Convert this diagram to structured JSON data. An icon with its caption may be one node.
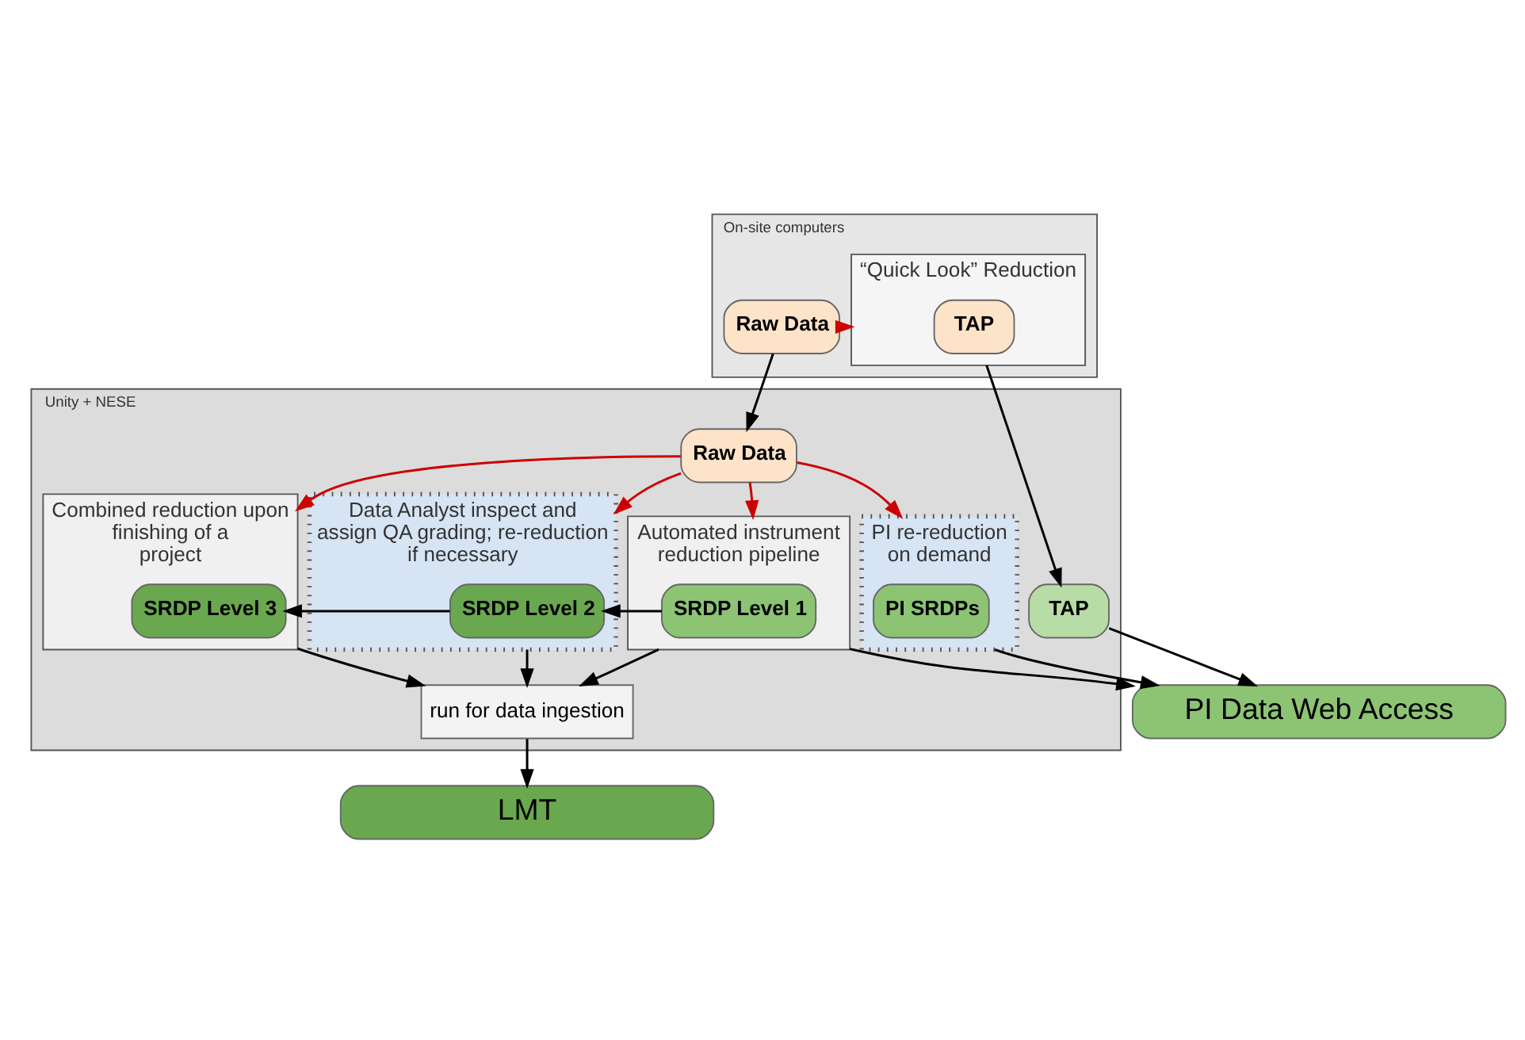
{
  "diagram": {
    "nodes": [
      {
        "text": [
          "On-site computers"
        ]
      },
      {
        "text": [
          "“Quick Look” Reduction"
        ],
        "in": 0
      },
      {
        "text": [
          "TAP"
        ],
        "in": 1
      },
      {
        "text": [
          "Raw Data"
        ],
        "in": 0
      },
      {
        "text": [
          "Unity + NESE"
        ]
      },
      {
        "text": [
          "Raw Data"
        ],
        "in": 4
      },
      {
        "text": [
          "TAP"
        ],
        "in": 4
      },
      {
        "text": [
          "PI re-reduction on demand"
        ],
        "in": 4
      },
      {
        "text": [
          "PI SRDPs"
        ],
        "in": 7
      },
      {
        "text": [
          "Automated instrument reduction pipeline"
        ],
        "in": 4
      },
      {
        "text": [
          "SRDP Level 1"
        ],
        "in": 9
      },
      {
        "text": [
          "Data Analyst inspect and assign QA grading; re-reduction if necessary"
        ],
        "in": 4
      },
      {
        "text": [
          "SRDP Level 2"
        ],
        "in": 11
      },
      {
        "text": [
          "Combined reduction upon finishing of a project"
        ],
        "in": 4
      },
      {
        "text": [
          "SRDP Level 3"
        ],
        "in": 13
      },
      {
        "text": [
          "run for data ingestion"
        ],
        "in": 4
      },
      {
        "text": [
          "PI Data Web Access"
        ]
      },
      {
        "text": [
          "LMT"
        ]
      }
    ],
    "edges": [
      {
        "from": 3,
        "to": 1,
        "arrow": "to",
        "color": "#cc0000"
      },
      {
        "from": 3,
        "to": 5,
        "arrow": "to"
      },
      {
        "from": 1,
        "to": 6,
        "arrow": "to"
      },
      {
        "from": 5,
        "to": 7,
        "arrow": "to",
        "color": "#cc0000"
      },
      {
        "from": 5,
        "to": 9,
        "arrow": "to",
        "color": "#cc0000"
      },
      {
        "from": 5,
        "to": 11,
        "arrow": "to",
        "color": "#cc0000"
      },
      {
        "from": 5,
        "to": 13,
        "arrow": "to",
        "color": "#cc0000"
      },
      {
        "from": 10,
        "to": 12,
        "arrow": "to"
      },
      {
        "from": 12,
        "to": 14,
        "arrow": "to"
      },
      {
        "from": 6,
        "to": 16,
        "arrow": "to"
      },
      {
        "from": 7,
        "to": 16,
        "arrow": "to"
      },
      {
        "from": 9,
        "to": 16,
        "arrow": "to"
      },
      {
        "from": 9,
        "to": 15,
        "arrow": "to"
      },
      {
        "from": 11,
        "to": 15,
        "arrow": "to"
      },
      {
        "from": 13,
        "to": 15,
        "arrow": "to"
      },
      {
        "from": 15,
        "to": 17,
        "arrow": "to"
      }
    ]
  }
}
